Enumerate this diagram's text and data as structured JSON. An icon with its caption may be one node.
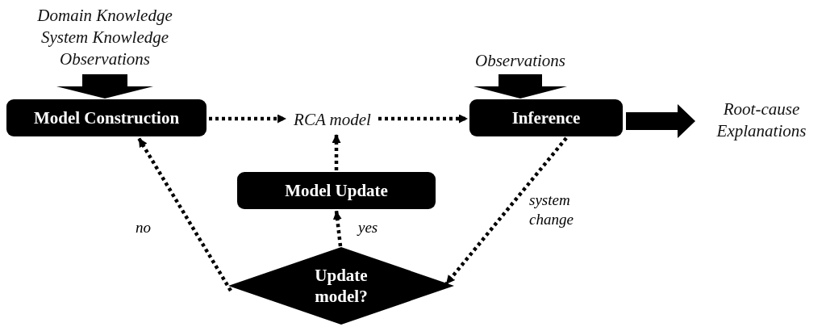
{
  "diagram": {
    "nodes": [
      {
        "text": [
          "Domain Knowledge",
          "System Knowledge",
          "Observations"
        ]
      },
      {
        "text": [
          "Model Construction"
        ]
      },
      {
        "text": [
          "RCA model"
        ]
      },
      {
        "text": [
          "Observations"
        ]
      },
      {
        "text": [
          "Inference"
        ]
      },
      {
        "text": [
          "Root-cause Explanations"
        ]
      },
      {
        "text": [
          "Model Update"
        ]
      },
      {
        "text": [
          "Update model?"
        ]
      }
    ],
    "edges": [
      {
        "from": 0,
        "to": 1,
        "arrow": "to",
        "style": "thick"
      },
      {
        "from": 1,
        "to": 2,
        "arrow": "to",
        "style": "dashed"
      },
      {
        "from": 2,
        "to": 4,
        "arrow": "to",
        "style": "dashed"
      },
      {
        "from": 3,
        "to": 4,
        "arrow": "to",
        "style": "thick"
      },
      {
        "from": 4,
        "to": 5,
        "arrow": "to",
        "style": "thick"
      },
      {
        "from": 4,
        "to": 7,
        "arrow": "to",
        "style": "dashed",
        "label": "system change"
      },
      {
        "from": 7,
        "to": 6,
        "arrow": "to",
        "style": "dashed",
        "label": "yes"
      },
      {
        "from": 6,
        "to": 2,
        "arrow": "to",
        "style": "dashed"
      },
      {
        "from": 7,
        "to": 1,
        "arrow": "to",
        "style": "dashed",
        "label": "no"
      }
    ]
  }
}
